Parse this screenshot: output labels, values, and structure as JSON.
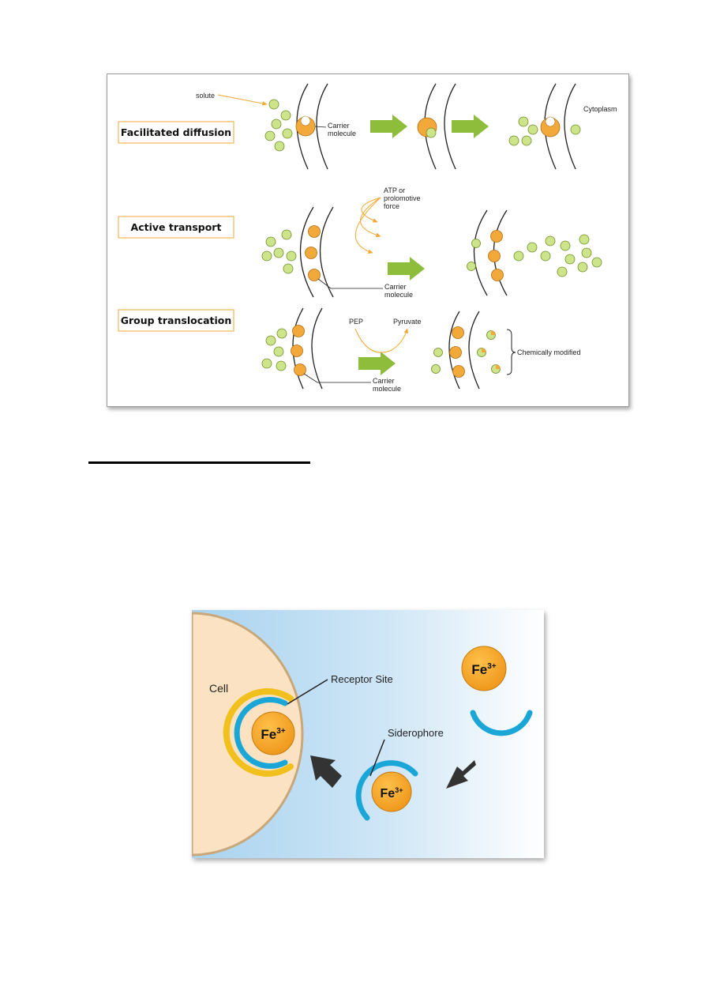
{
  "figure1": {
    "rows": {
      "facilitated": {
        "title": "Facilitated diffusion",
        "solute": "solute",
        "carrier_l1": "Carrier",
        "carrier_l2": "molecule",
        "cytoplasm": "Cytoplasm"
      },
      "active": {
        "title": "Active transport",
        "atp_l1": "ATP or",
        "atp_l2": "prolomotive",
        "atp_l3": "force",
        "carrier_l1": "Carrier",
        "carrier_l2": "molecule"
      },
      "group": {
        "title": "Group translocation",
        "pep": "PEP",
        "pyruvate": "Pyruvate",
        "modified": "Chemically modified",
        "carrier_l1": "Carrier",
        "carrier_l2": "molecule"
      }
    },
    "colors": {
      "solute": "#cde48a",
      "carrier": "#f3a93a",
      "arrow": "#8dbd3a",
      "box_border": "#f0b45a",
      "orange_line": "#f0a830"
    }
  },
  "figure2": {
    "cell": "Cell",
    "receptor": "Receptor Site",
    "siderophore": "Siderophore",
    "iron_base": "Fe",
    "iron_charge": "3+",
    "colors": {
      "cell": "#fbe2c2",
      "cell_border": "#c8a87a",
      "siderophore": "#1aa7d8",
      "receptor": "#f2c01c",
      "iron": "#f4a21c",
      "arrow": "#333333"
    }
  }
}
